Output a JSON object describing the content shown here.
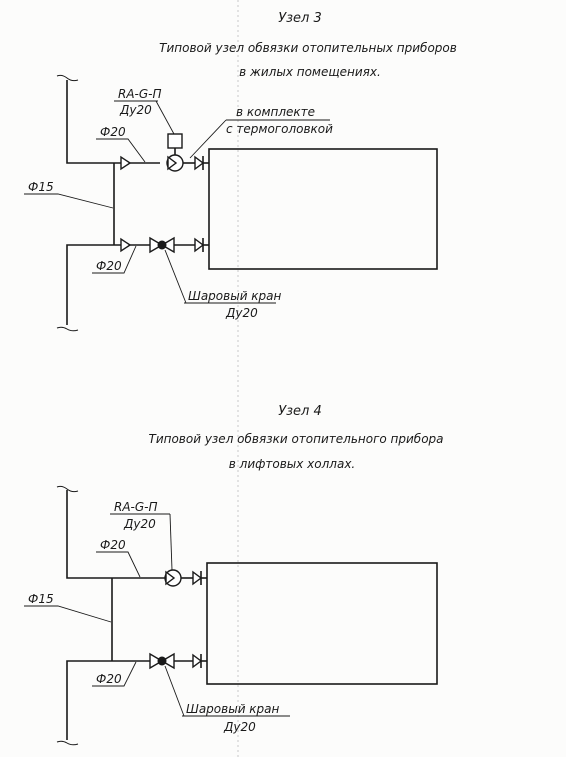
{
  "nodes": [
    {
      "number": "Узел 3",
      "title_line1": "Типовой узел обвязки отопительных приборов",
      "title_line2": "в жилых помещениях.",
      "valve_mark": "RA-G-П",
      "valve_size": "Ду20",
      "thermo_line1": "в комплекте",
      "thermo_line2": "с термоголовкой",
      "pipe_top": "Ф20",
      "riser": "Ф15",
      "pipe_bottom": "Ф20",
      "ball_valve": "Шаровый кран",
      "ball_valve_size": "Ду20"
    },
    {
      "number": "Узел 4",
      "title_line1": "Типовой узел обвязки отопительного прибора",
      "title_line2": "в лифтовых холлах.",
      "valve_mark": "RA-G-П",
      "valve_size": "Ду20",
      "pipe_top": "Ф20",
      "riser": "Ф15",
      "pipe_bottom": "Ф20",
      "ball_valve": "Шаровый кран",
      "ball_valve_size": "Ду20"
    }
  ],
  "icons": {
    "thermostatic_valve": "thermostatic-valve-icon",
    "thermostatic_head": "thermostatic-head-icon",
    "ball_valve": "ball-valve-icon",
    "union": "union-connector-icon",
    "reducer": "reducer-icon",
    "radiator": "radiator-icon"
  }
}
